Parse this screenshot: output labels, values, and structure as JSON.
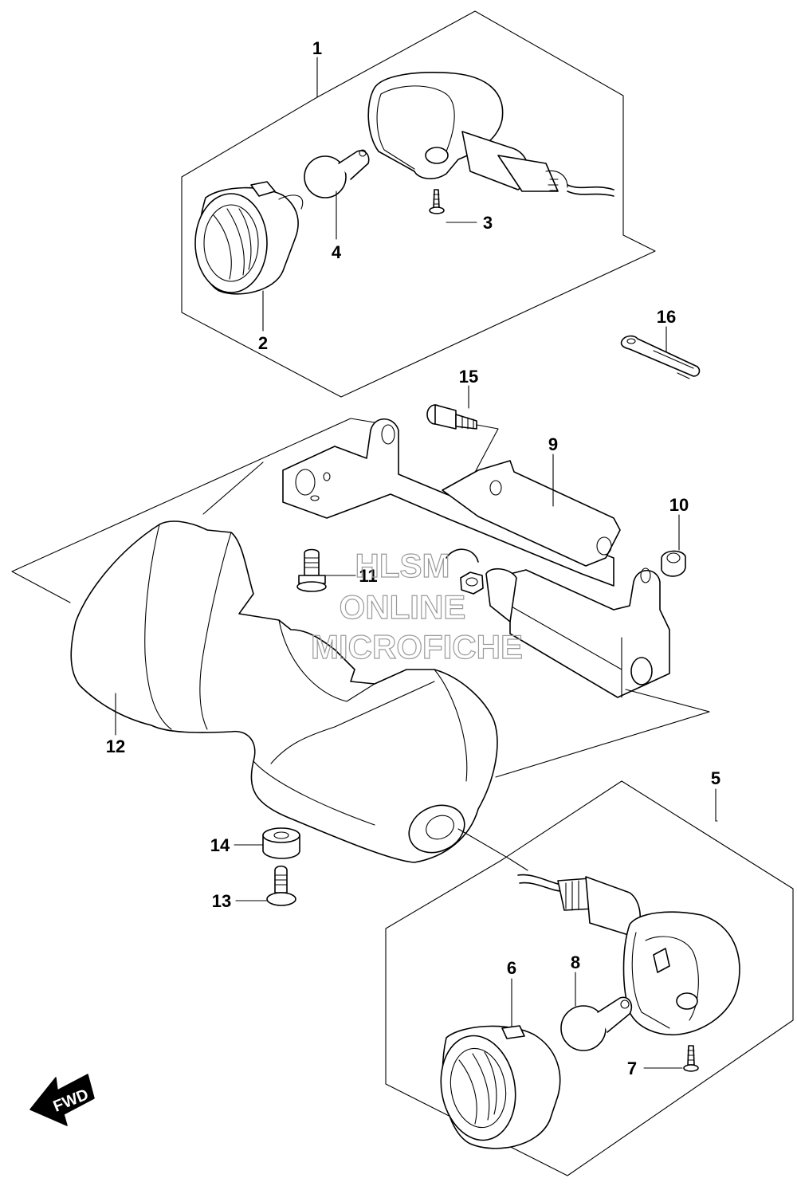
{
  "callouts": [
    {
      "id": "1",
      "label": "1"
    },
    {
      "id": "2",
      "label": "2"
    },
    {
      "id": "3",
      "label": "3"
    },
    {
      "id": "4",
      "label": "4"
    },
    {
      "id": "5",
      "label": "5"
    },
    {
      "id": "6",
      "label": "6"
    },
    {
      "id": "7",
      "label": "7"
    },
    {
      "id": "8",
      "label": "8"
    },
    {
      "id": "9",
      "label": "9"
    },
    {
      "id": "10",
      "label": "10"
    },
    {
      "id": "11",
      "label": "11"
    },
    {
      "id": "12",
      "label": "12"
    },
    {
      "id": "13",
      "label": "13"
    },
    {
      "id": "14",
      "label": "14"
    },
    {
      "id": "15",
      "label": "15"
    },
    {
      "id": "16",
      "label": "16"
    }
  ],
  "watermark": {
    "line1": "HLSM",
    "line2": "ONLINE",
    "line3": "MICROFICHE"
  },
  "direction_arrow": {
    "label": "FWD",
    "icon": "forward-arrow-icon"
  }
}
